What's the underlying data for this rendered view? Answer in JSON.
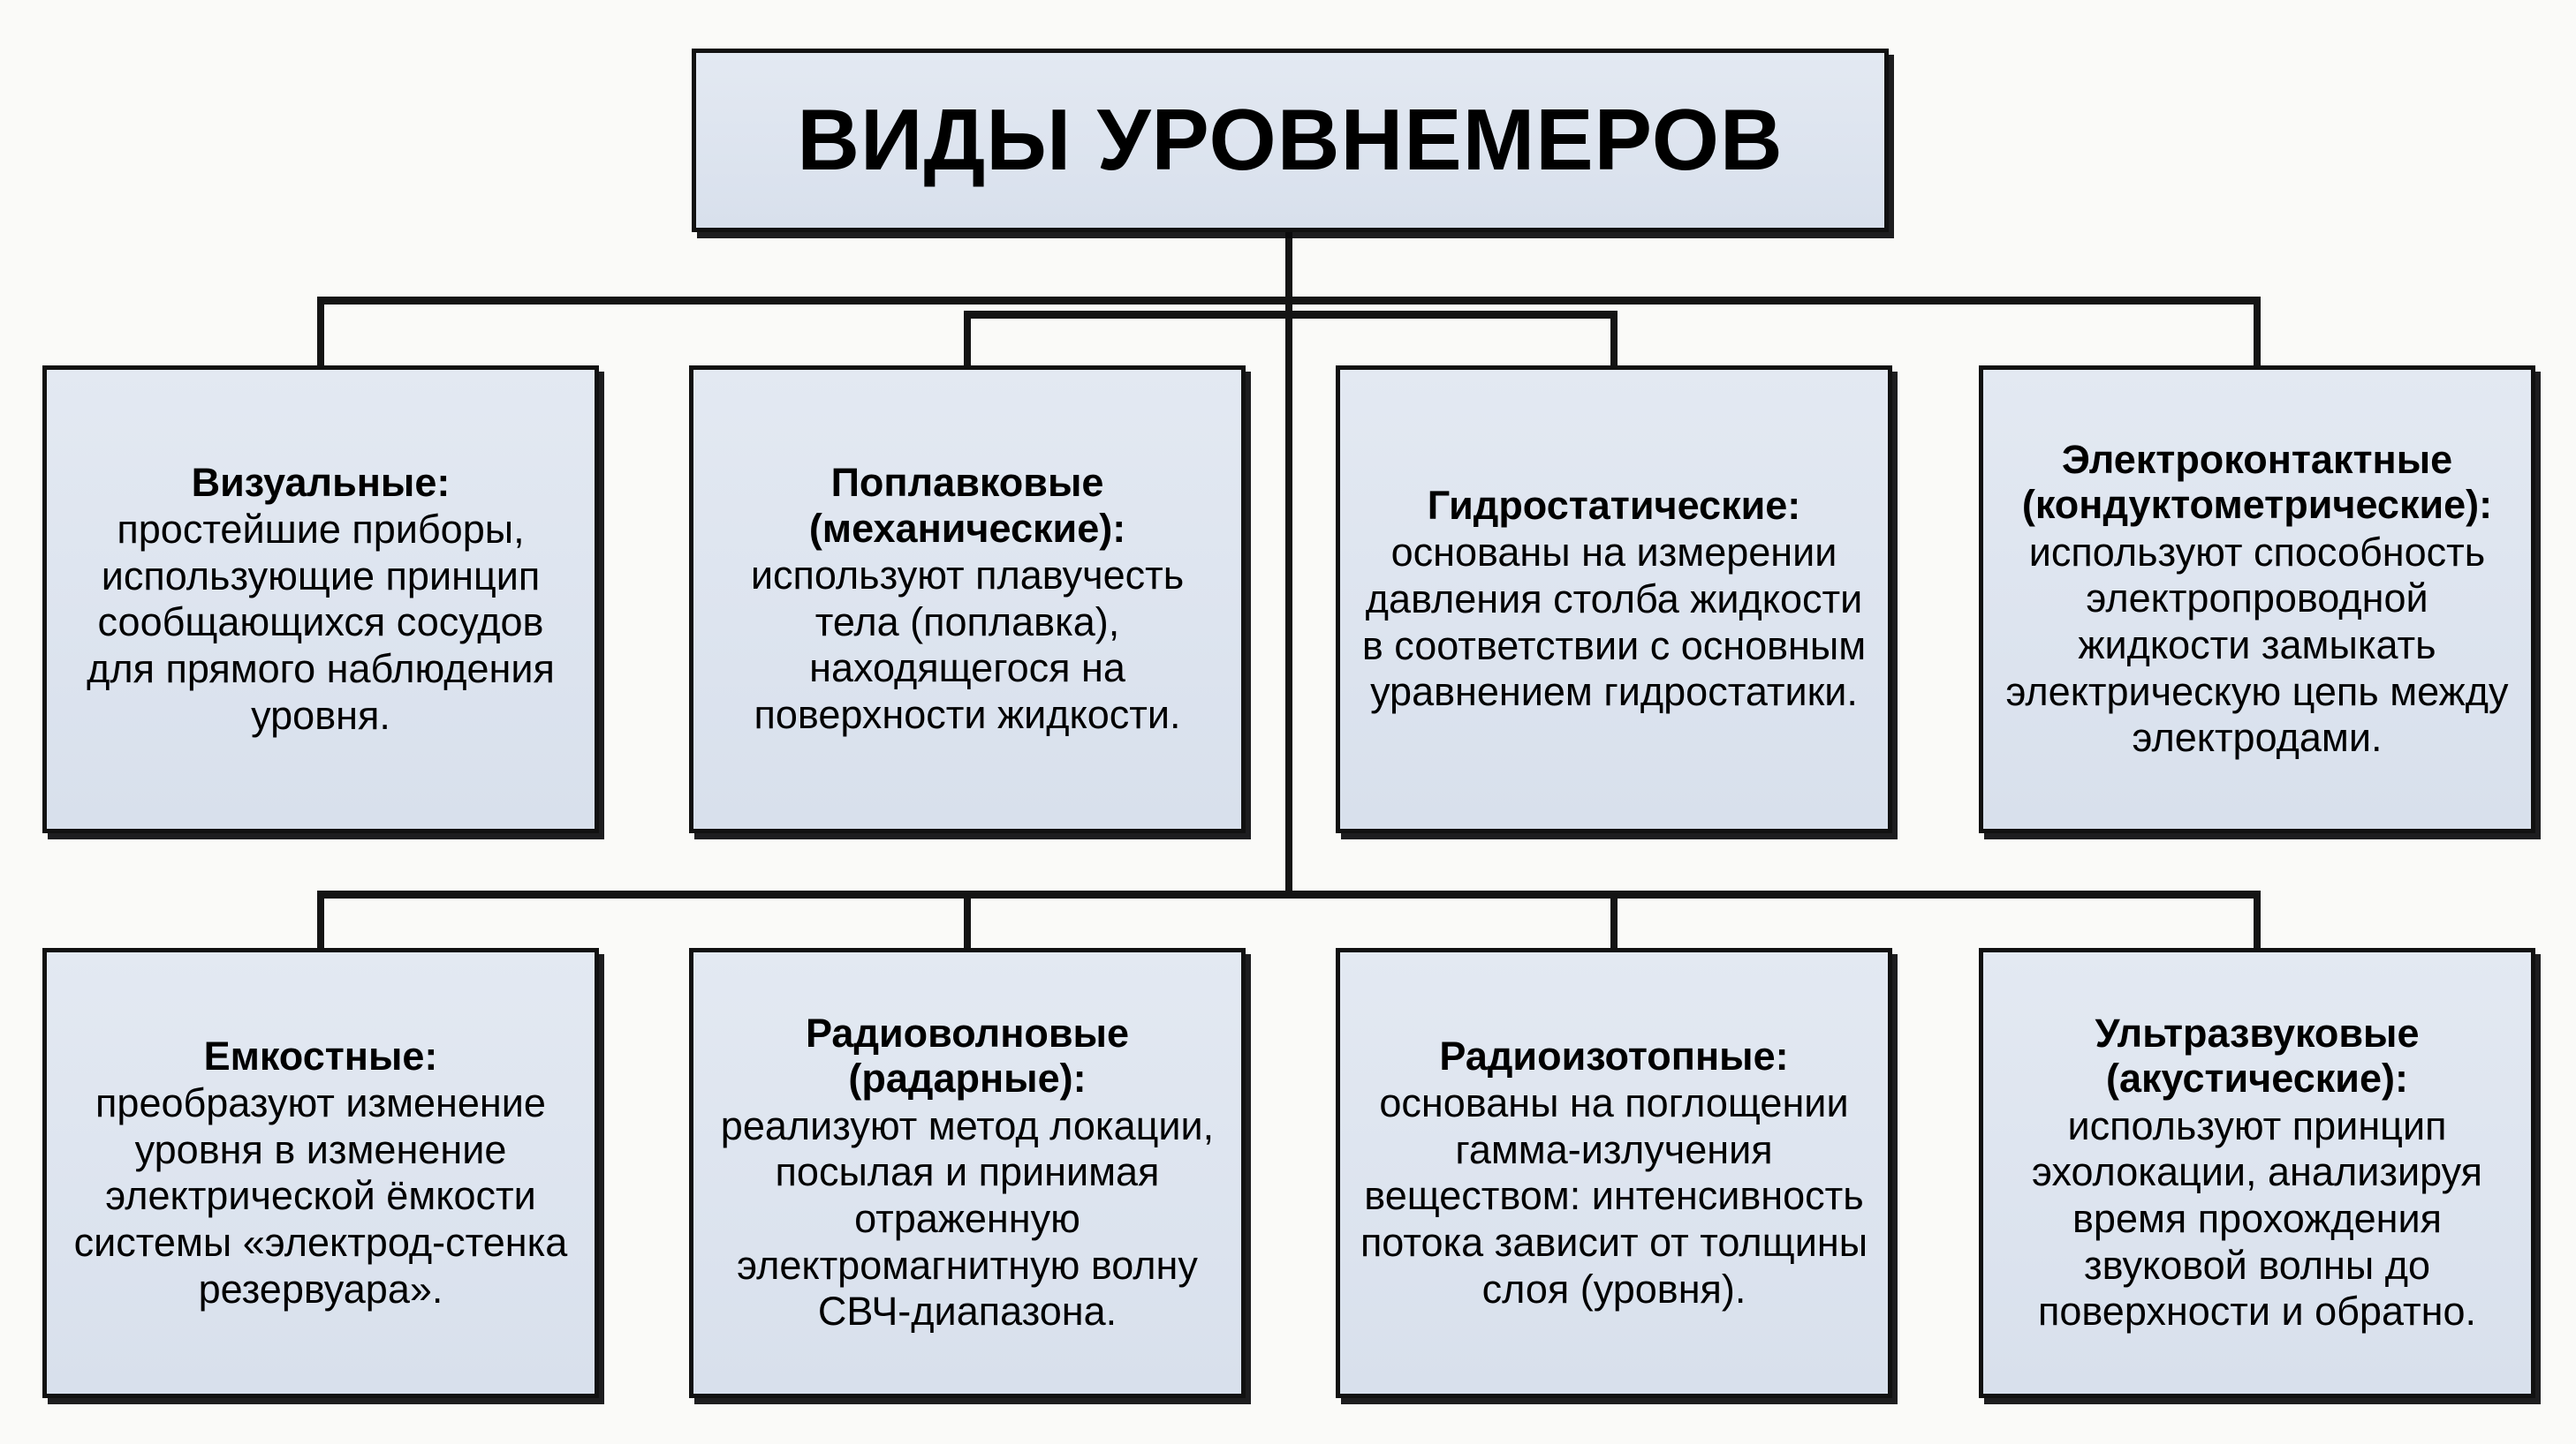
{
  "diagram": {
    "title": "ВИДЫ УРОВНЕМЕРОВ",
    "type": "hierarchy-tree",
    "root_label": "ВИДЫ УРОВНЕМЕРОВ",
    "colors": {
      "node_fill": "#dde4ef",
      "node_border": "#111111",
      "line": "#141414",
      "text": "#000000",
      "background": "#fafaf8"
    },
    "rows": [
      {
        "index": 1,
        "nodes": [
          {
            "id": "visual",
            "heading": "Визуальные:",
            "body": "простейшие приборы, использующие принцип сообщающихся сосудов для прямого наблюдения уровня."
          },
          {
            "id": "float",
            "heading": "Поплавковые (механические):",
            "body": "используют плавучесть тела (поплавка), находящегося на поверхности жидкости."
          },
          {
            "id": "hydrostatic",
            "heading": "Гидростатические:",
            "body": "основаны на измерении давления столба жидкости в соответствии с основным уравнением гидростатики."
          },
          {
            "id": "electrocontact",
            "heading": "Электроконтактные (кондуктометрические):",
            "body": "используют способность электропроводной жидкости замыкать электрическую цепь между электродами."
          }
        ]
      },
      {
        "index": 2,
        "nodes": [
          {
            "id": "capacitive",
            "heading": "Емкостные:",
            "body": "преобразуют изменение уровня в изменение электрической ёмкости системы «электрод-стенка резервуара»."
          },
          {
            "id": "radar",
            "heading": "Радиоволновые (радарные):",
            "body": "реализуют метод локации, посылая и принимая отраженную электромагнитную волну СВЧ-диапазона."
          },
          {
            "id": "radioisotope",
            "heading": "Радиоизотопные:",
            "body": "основаны на поглощении гамма-излучения веществом: интенсивность потока зависит от толщины слоя (уровня)."
          },
          {
            "id": "ultrasonic",
            "heading": "Ультразвуковые (акустические):",
            "body": "используют принцип эхолокации, анализируя время прохождения звуковой волны до поверхности и обратно."
          }
        ]
      }
    ]
  }
}
